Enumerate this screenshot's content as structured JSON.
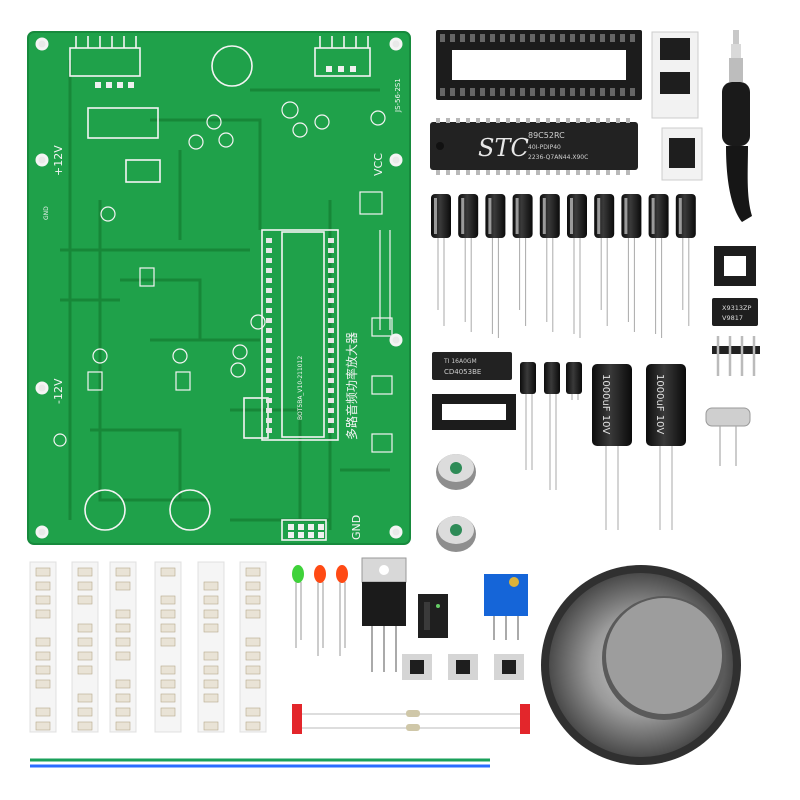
{
  "scene": {
    "description_free": true,
    "pcb": {
      "board_color": "#1fa14a",
      "silk_color": "#f4f4f4",
      "labels": {
        "plus12v": "+12V",
        "minus12v": "-12V",
        "vcc": "VCC",
        "gnd": "GND",
        "gnd_small": "GND",
        "board_id": "JS-56-2S1",
        "title_cn": "多路音频功率放大器",
        "version": "BOT5BA_V10-211012"
      }
    },
    "chips": {
      "mcu_brand": "STC",
      "mcu_line1": "89C52RC",
      "mcu_line2": "40I-PDIP40",
      "mcu_line3": "2236-Q7AN44.X90C",
      "cd4053_brand": "TI 16A0GM",
      "cd4053_name": "CD4053BE",
      "x9313_line1": "X9313ZP",
      "x9313_line2": "V9817"
    },
    "caps": {
      "big_cap_label": "1000uF 10V"
    },
    "colors": {
      "capacitor_body": "#1b1b1b",
      "led_green": "#3fd23a",
      "led_red": "#ff4a14",
      "trimmer_blue": "#1565d8",
      "speaker_grey": "#8a8a8a",
      "wire_green": "#1aa05a",
      "wire_blue": "#2a6cff",
      "resistor_red": "#e3262b"
    }
  }
}
